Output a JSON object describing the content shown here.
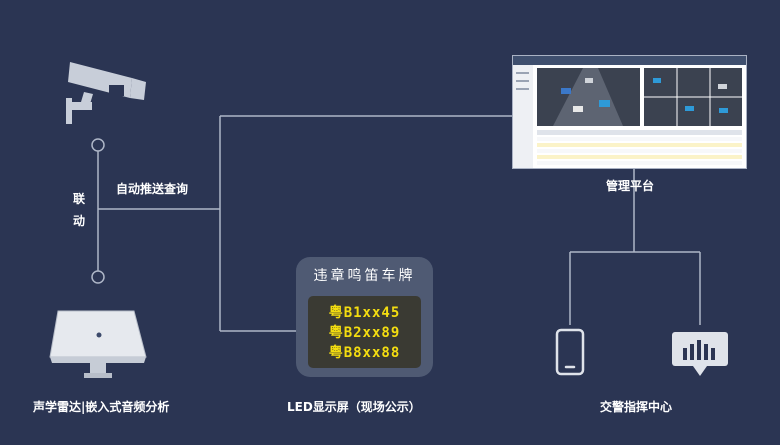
{
  "linkage": {
    "chars": [
      "联",
      "动"
    ]
  },
  "auto_push_label": "自动推送查询",
  "radar_label": "声学雷达|嵌入式音频分析",
  "led": {
    "title": "违章鸣笛车牌",
    "plates": [
      "粤B1xx45",
      "粤B2xx89",
      "粤B8xx88"
    ],
    "caption": "LED显示屏（现场公示）"
  },
  "platform_label": "管理平台",
  "command_center_label": "交警指挥中心",
  "icons": {
    "camera": "surveillance-camera-icon",
    "radar": "acoustic-radar-device-icon",
    "phone": "mobile-phone-icon",
    "monitor": "monitor-chart-icon"
  },
  "colors": {
    "background": "#2b3553",
    "line": "#aeb6c7",
    "led_panel": "#4f5a73",
    "led_screen": "#3a3a33",
    "led_text": "#f4dd10"
  }
}
